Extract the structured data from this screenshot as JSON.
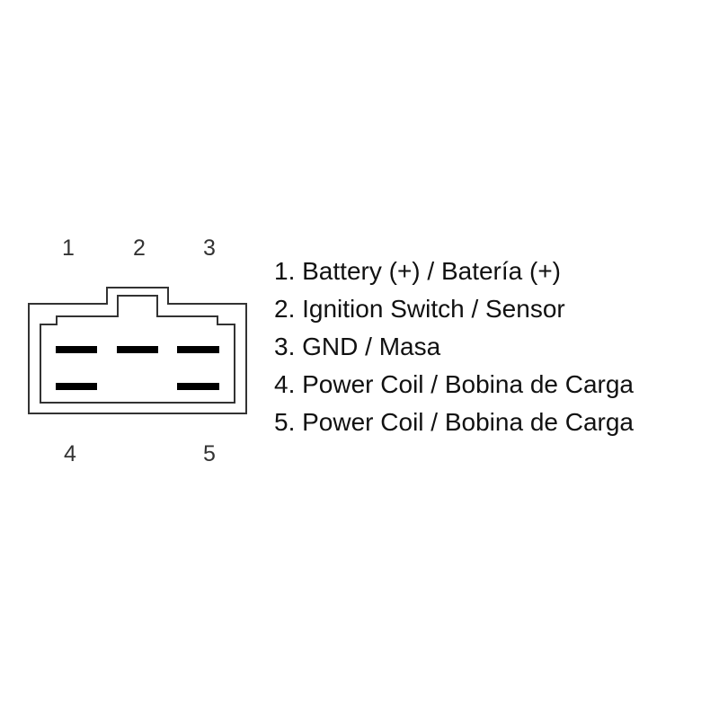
{
  "pin_labels": {
    "p1": "1",
    "p2": "2",
    "p3": "3",
    "p4": "4",
    "p5": "5"
  },
  "legend": [
    "1. Battery (+) / Batería (+)",
    "2. Ignition Switch / Sensor",
    "3. GND / Masa",
    "4. Power Coil / Bobina de Carga",
    "5. Power Coil / Bobina de Carga"
  ]
}
